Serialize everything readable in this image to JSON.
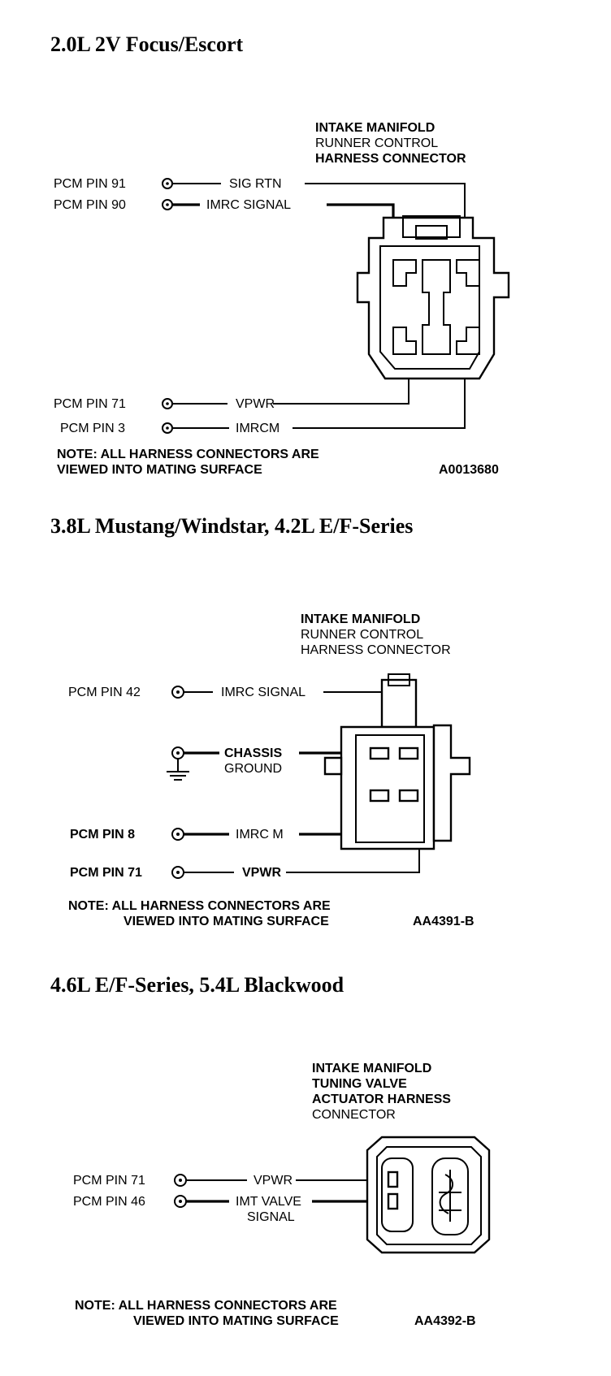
{
  "sections": [
    {
      "title": "2.0L 2V Focus/Escort",
      "connector_label": [
        "INTAKE MANIFOLD",
        "RUNNER CONTROL",
        "HARNESS CONNECTOR"
      ],
      "pins": [
        {
          "pin": "PCM PIN 91",
          "signal": "SIG RTN"
        },
        {
          "pin": "PCM PIN 90",
          "signal": "IMRC SIGNAL"
        },
        {
          "pin": "PCM PIN 71",
          "signal": "VPWR"
        },
        {
          "pin": "PCM PIN 3",
          "signal": "IMRCM"
        }
      ],
      "note": [
        "NOTE: ALL HARNESS CONNECTORS ARE",
        "VIEWED INTO MATING SURFACE"
      ],
      "figure_id": "A0013680"
    },
    {
      "title": "3.8L Mustang/Windstar, 4.2L E/F-Series",
      "connector_label": [
        "INTAKE MANIFOLD",
        "RUNNER CONTROL",
        "HARNESS CONNECTOR"
      ],
      "pins": [
        {
          "pin": "PCM PIN 42",
          "signal": "IMRC SIGNAL"
        },
        {
          "pin": "",
          "signal": "CHASSIS",
          "signal2": "GROUND"
        },
        {
          "pin": "PCM PIN 8",
          "signal": "IMRC M"
        },
        {
          "pin": "PCM PIN 71",
          "signal": "VPWR"
        }
      ],
      "note": [
        "NOTE: ALL HARNESS CONNECTORS ARE",
        "VIEWED INTO MATING SURFACE"
      ],
      "figure_id": "AA4391-B"
    },
    {
      "title": "4.6L E/F-Series, 5.4L Blackwood",
      "connector_label": [
        "INTAKE MANIFOLD",
        "TUNING VALVE",
        "ACTUATOR HARNESS",
        "CONNECTOR"
      ],
      "pins": [
        {
          "pin": "PCM PIN 71",
          "signal": "VPWR"
        },
        {
          "pin": "PCM PIN 46",
          "signal": "IMT VALVE",
          "signal2": "SIGNAL"
        }
      ],
      "note": [
        "NOTE: ALL HARNESS CONNECTORS ARE",
        "VIEWED INTO MATING SURFACE"
      ],
      "figure_id": "AA4392-B"
    }
  ]
}
